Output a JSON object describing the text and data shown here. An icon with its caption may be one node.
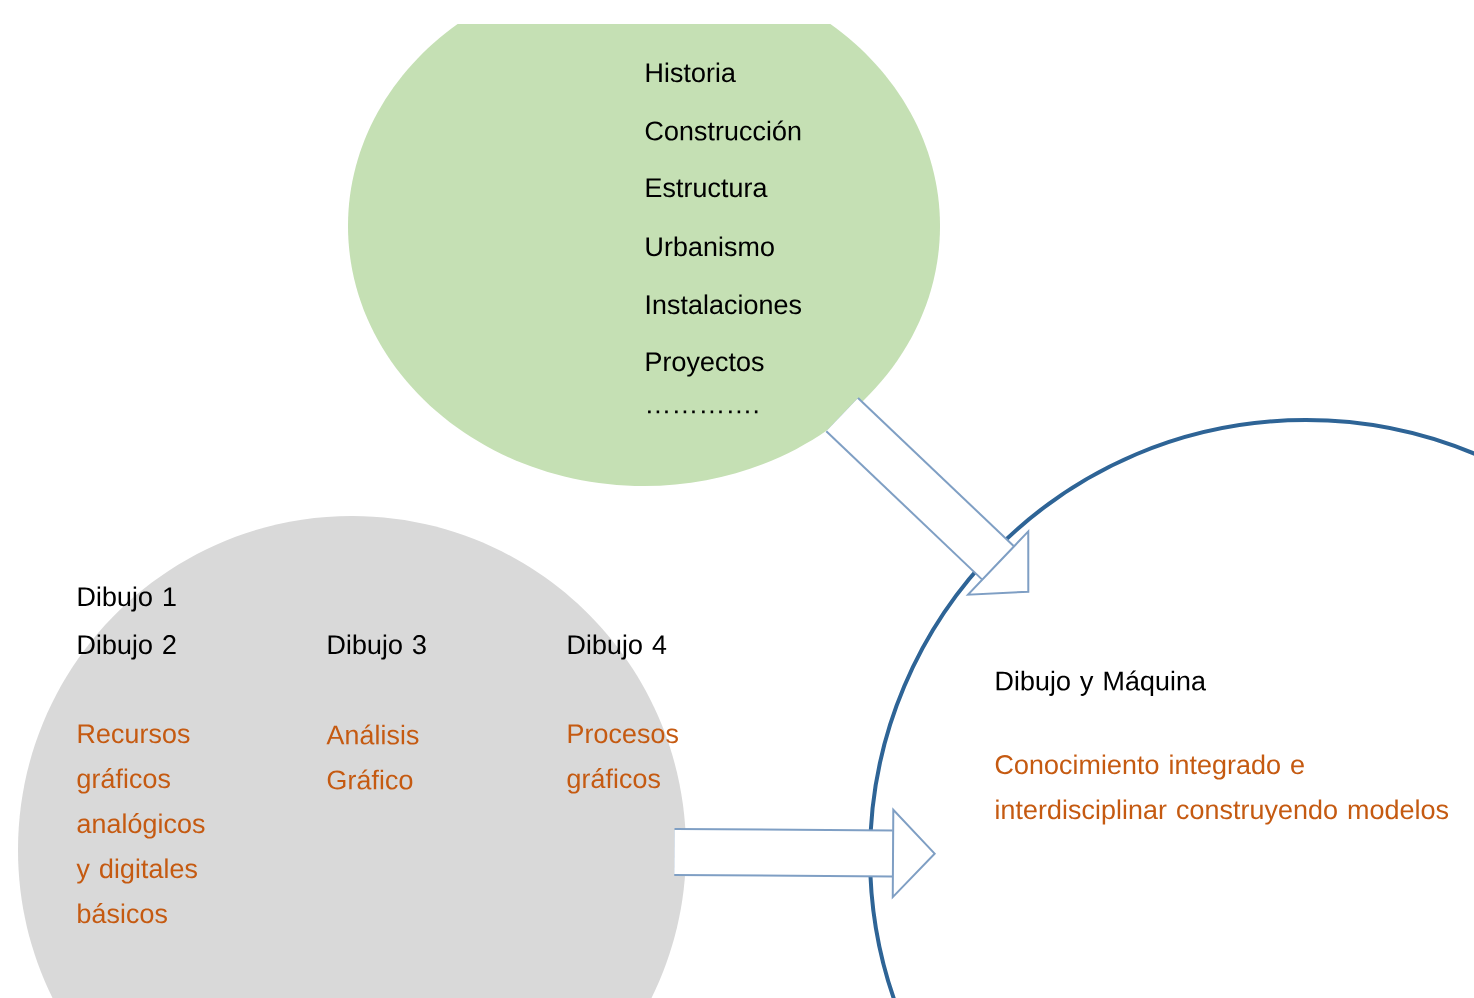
{
  "diagram": {
    "nodes": [
      {
        "text": [
          "Historia",
          "Construcción",
          "Estructura",
          "Urbanismo",
          "Instalaciones",
          "Proyectos",
          "…………."
        ]
      },
      {
        "text": [
          "Dibujo 1",
          "Dibujo 2",
          "Dibujo 3",
          "Dibujo 4",
          "Recursos gráficos analógicos y digitales básicos",
          "Análisis Gráfico",
          "Procesos gráficos"
        ]
      },
      {
        "text": [
          "Dibujo y Máquina",
          "Conocimiento integrado e interdisciplinar construyendo modelos"
        ]
      }
    ],
    "edges": [
      {
        "from": 0,
        "to": 2,
        "arrow": "to"
      },
      {
        "from": 1,
        "to": 2,
        "arrow": "to"
      }
    ]
  }
}
